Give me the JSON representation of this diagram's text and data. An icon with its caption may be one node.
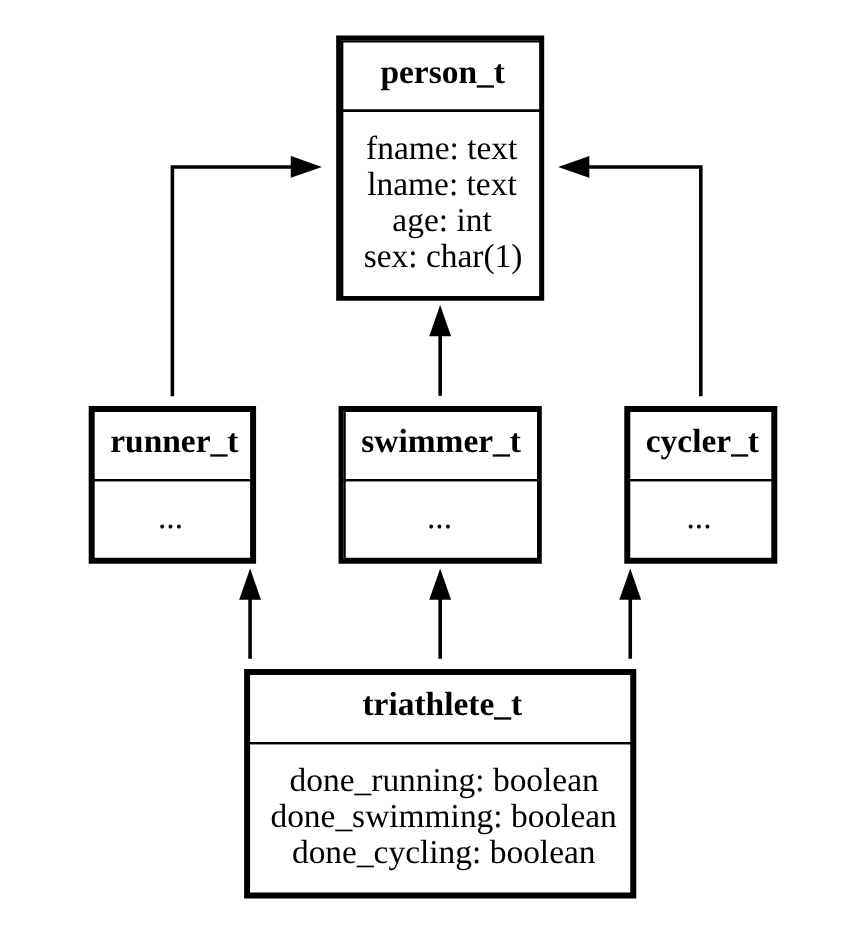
{
  "diagram": {
    "nodes": [
      {
        "text": [
          "person_t",
          "fname: text",
          "lname: text",
          "age: int",
          "sex: char(1)"
        ]
      },
      {
        "text": [
          "runner_t",
          "..."
        ]
      },
      {
        "text": [
          "swimmer_t",
          "..."
        ]
      },
      {
        "text": [
          "cycler_t",
          "..."
        ]
      },
      {
        "text": [
          "triathlete_t",
          "done_running: boolean",
          "done_swimming: boolean",
          "done_cycling: boolean"
        ]
      }
    ],
    "edges": [
      {
        "from": 1,
        "to": 0,
        "arrow": "to"
      },
      {
        "from": 2,
        "to": 0,
        "arrow": "to"
      },
      {
        "from": 3,
        "to": 0,
        "arrow": "to"
      },
      {
        "from": 4,
        "to": 1,
        "arrow": "to"
      },
      {
        "from": 4,
        "to": 2,
        "arrow": "to"
      },
      {
        "from": 4,
        "to": 3,
        "arrow": "to"
      }
    ]
  }
}
